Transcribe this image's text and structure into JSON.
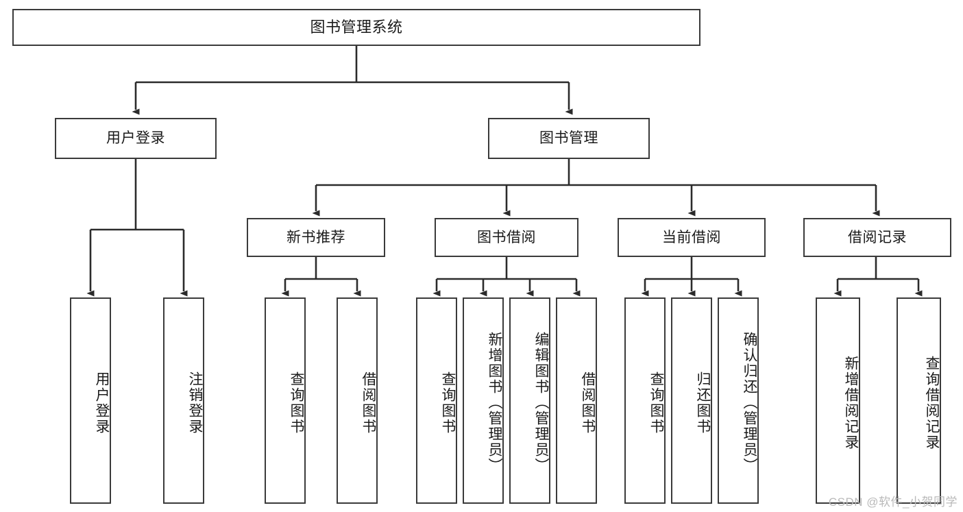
{
  "diagram": {
    "type": "tree-hierarchy",
    "title": "图书管理系统",
    "watermark": "CSDN @软件_小贺同学",
    "colors": {
      "box_border": "#3a3a3a",
      "box_fill": "#ffffff",
      "edge": "#2b2b2b",
      "text": "#1a1a1a",
      "watermark": "#b9b9b9",
      "background": "#ffffff"
    },
    "nodes": {
      "root": {
        "label": "图书管理系统"
      },
      "level1": [
        {
          "id": "user-login",
          "label": "用户登录"
        },
        {
          "id": "book-manage",
          "label": "图书管理"
        }
      ],
      "level2": [
        {
          "id": "new-book-recommend",
          "label": "新书推荐"
        },
        {
          "id": "book-borrow",
          "label": "图书借阅"
        },
        {
          "id": "current-borrow",
          "label": "当前借阅"
        },
        {
          "id": "borrow-record",
          "label": "借阅记录"
        }
      ],
      "leaves": {
        "user-login": [
          {
            "id": "leaf-user-login",
            "label": "用户登录"
          },
          {
            "id": "leaf-user-logout",
            "label": "注销登录"
          }
        ],
        "new-book-recommend": [
          {
            "id": "leaf-query-book-1",
            "label": "查询图书"
          },
          {
            "id": "leaf-borrow-book-1",
            "label": "借阅图书"
          }
        ],
        "book-borrow": [
          {
            "id": "leaf-query-book-2",
            "label": "查询图书"
          },
          {
            "id": "leaf-add-book",
            "label": "新增图书（管理员）"
          },
          {
            "id": "leaf-edit-book",
            "label": "编辑图书（管理员）"
          },
          {
            "id": "leaf-borrow-book-2",
            "label": "借阅图书"
          }
        ],
        "current-borrow": [
          {
            "id": "leaf-query-book-3",
            "label": "查询图书"
          },
          {
            "id": "leaf-return-book",
            "label": "归还图书"
          },
          {
            "id": "leaf-confirm-return",
            "label": "确认归还（管理员）"
          }
        ],
        "borrow-record": [
          {
            "id": "leaf-add-record",
            "label": "新增借阅记录"
          },
          {
            "id": "leaf-query-record",
            "label": "查询借阅记录"
          }
        ]
      }
    }
  }
}
